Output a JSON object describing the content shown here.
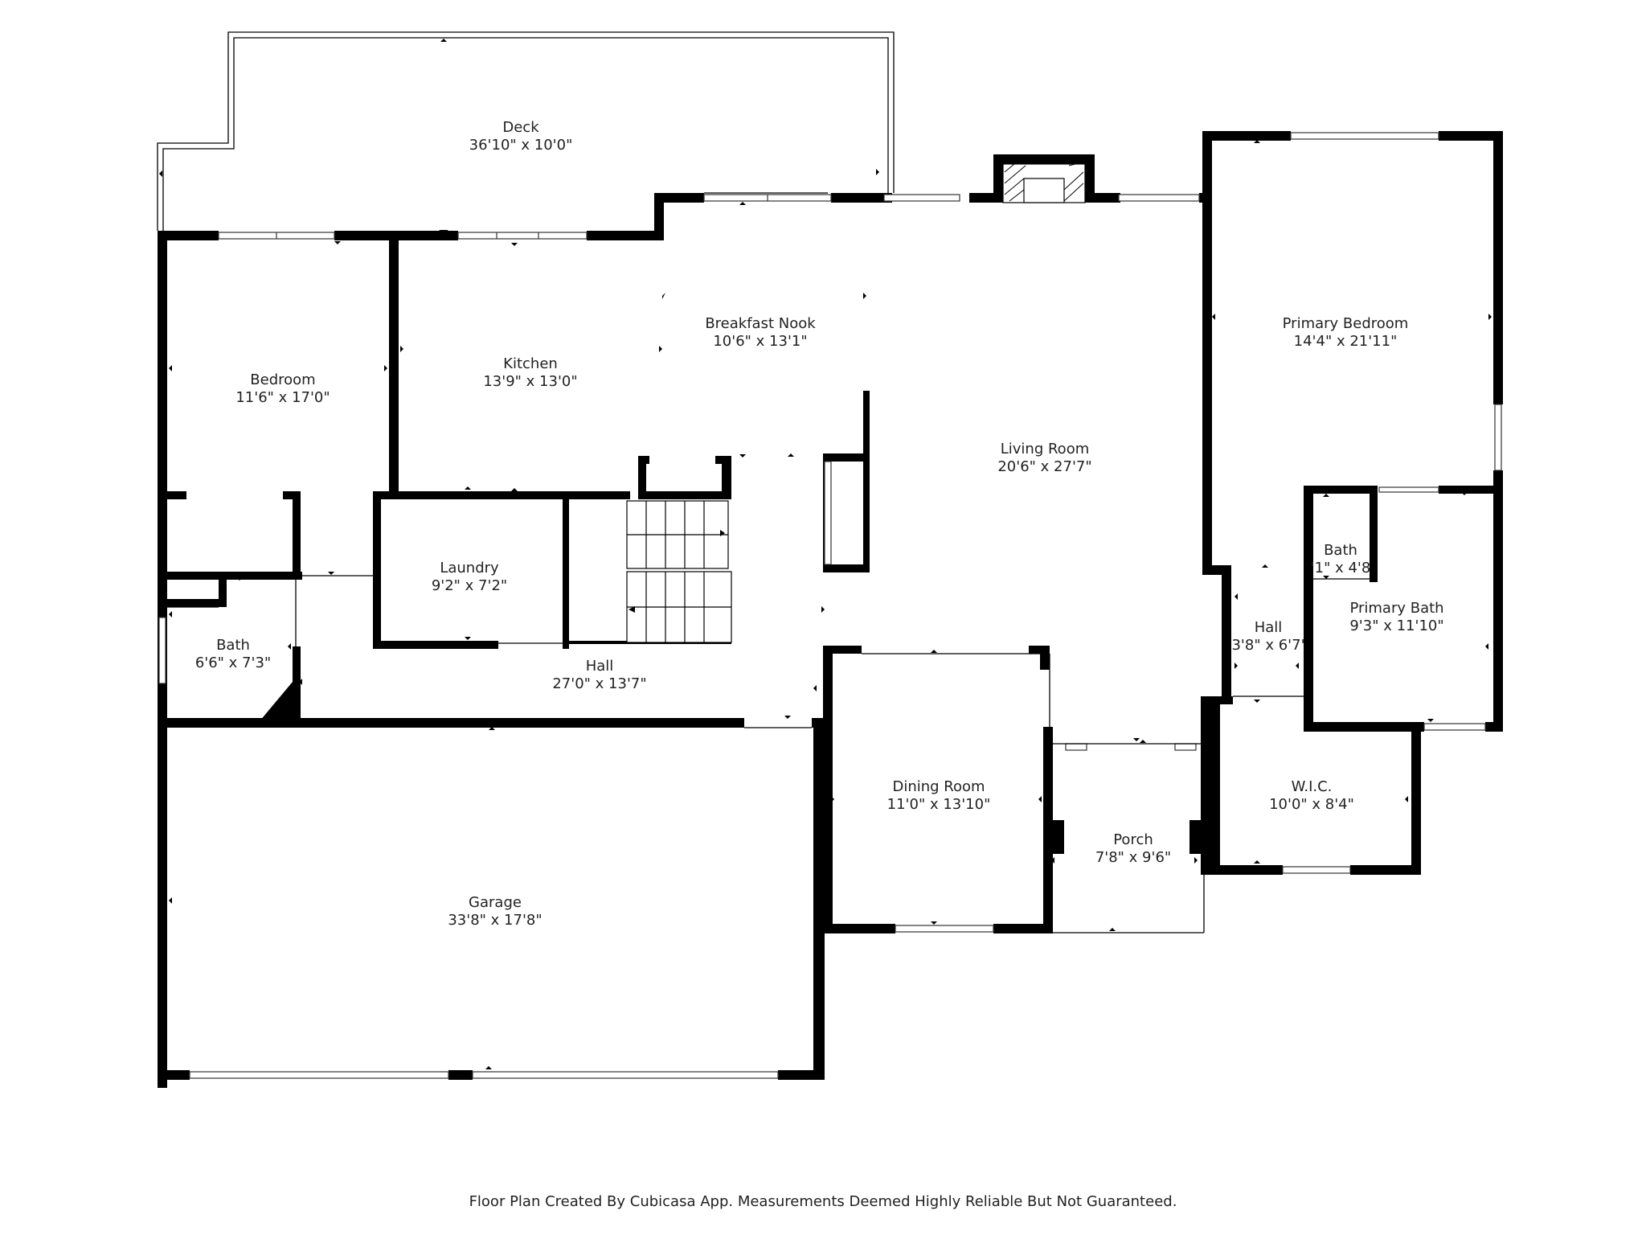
{
  "rooms": {
    "deck": {
      "name": "Deck",
      "size": "36'10\" x 10'0\""
    },
    "breakfast_nook": {
      "name": "Breakfast Nook",
      "size": "10'6\" x 13'1\""
    },
    "kitchen": {
      "name": "Kitchen",
      "size": "13'9\" x 13'0\""
    },
    "bedroom": {
      "name": "Bedroom",
      "size": "11'6\" x 17'0\""
    },
    "living_room": {
      "name": "Living Room",
      "size": "20'6\" x 27'7\""
    },
    "primary_bedroom": {
      "name": "Primary Bedroom",
      "size": "14'4\" x 21'11\""
    },
    "bath_small": {
      "name": "Bath",
      "size": "'1\" x 4'8"
    },
    "laundry": {
      "name": "Laundry",
      "size": "9'2\" x 7'2\""
    },
    "bath": {
      "name": "Bath",
      "size": "6'6\" x 7'3\""
    },
    "hall_main": {
      "name": "Hall",
      "size": "27'0\" x 13'7\""
    },
    "hall_small": {
      "name": "Hall",
      "size": "3'8\" x 6'7'"
    },
    "primary_bath": {
      "name": "Primary Bath",
      "size": "9'3\" x 11'10\""
    },
    "dining_room": {
      "name": "Dining Room",
      "size": "11'0\" x 13'10\""
    },
    "wic": {
      "name": "W.I.C.",
      "size": "10'0\" x 8'4\""
    },
    "porch": {
      "name": "Porch",
      "size": "7'8\" x 9'6\""
    },
    "garage": {
      "name": "Garage",
      "size": "33'8\" x 17'8\""
    }
  },
  "footer": "Floor Plan Created By Cubicasa App. Measurements Deemed Highly Reliable But Not Guaranteed."
}
